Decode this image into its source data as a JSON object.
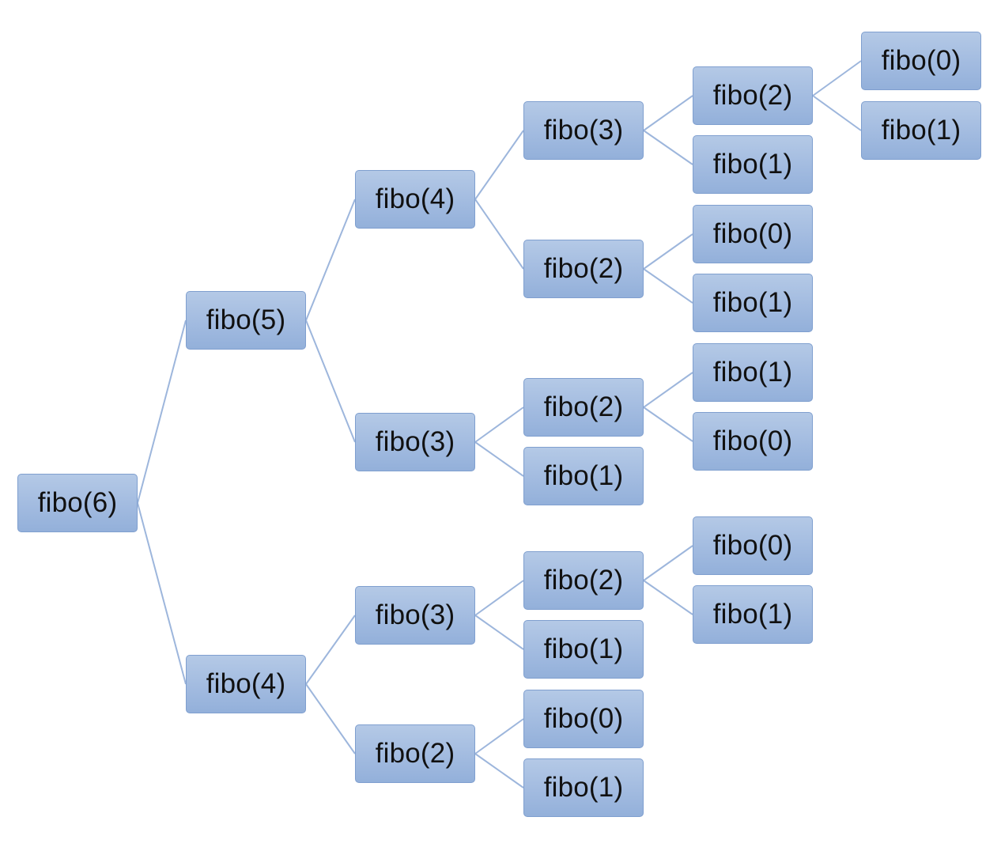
{
  "diagram": {
    "style": {
      "node_fill": "#a6bfe2",
      "node_border": "#7f9fcf",
      "edge_color": "#9db6dc",
      "text_color": "#111111",
      "background": "#ffffff"
    },
    "nodes": [
      {
        "id": "n0",
        "label": "fibo(6)",
        "parent": null
      },
      {
        "id": "n1",
        "label": "fibo(5)",
        "parent": "n0"
      },
      {
        "id": "n2",
        "label": "fibo(4)",
        "parent": "n0"
      },
      {
        "id": "n3",
        "label": "fibo(4)",
        "parent": "n1"
      },
      {
        "id": "n4",
        "label": "fibo(3)",
        "parent": "n1"
      },
      {
        "id": "n5",
        "label": "fibo(3)",
        "parent": "n2"
      },
      {
        "id": "n6",
        "label": "fibo(2)",
        "parent": "n2"
      },
      {
        "id": "n7",
        "label": "fibo(3)",
        "parent": "n3"
      },
      {
        "id": "n8",
        "label": "fibo(2)",
        "parent": "n3"
      },
      {
        "id": "n9",
        "label": "fibo(2)",
        "parent": "n4"
      },
      {
        "id": "n10",
        "label": "fibo(1)",
        "parent": "n4"
      },
      {
        "id": "n11",
        "label": "fibo(2)",
        "parent": "n5"
      },
      {
        "id": "n12",
        "label": "fibo(1)",
        "parent": "n5"
      },
      {
        "id": "n13",
        "label": "fibo(0)",
        "parent": "n6"
      },
      {
        "id": "n14",
        "label": "fibo(1)",
        "parent": "n6"
      },
      {
        "id": "n15",
        "label": "fibo(2)",
        "parent": "n7"
      },
      {
        "id": "n16",
        "label": "fibo(1)",
        "parent": "n7"
      },
      {
        "id": "n17",
        "label": "fibo(0)",
        "parent": "n8"
      },
      {
        "id": "n18",
        "label": "fibo(1)",
        "parent": "n8"
      },
      {
        "id": "n19",
        "label": "fibo(1)",
        "parent": "n9"
      },
      {
        "id": "n20",
        "label": "fibo(0)",
        "parent": "n9"
      },
      {
        "id": "n21",
        "label": "fibo(0)",
        "parent": "n11"
      },
      {
        "id": "n22",
        "label": "fibo(1)",
        "parent": "n11"
      },
      {
        "id": "n23",
        "label": "fibo(0)",
        "parent": "n15"
      },
      {
        "id": "n24",
        "label": "fibo(1)",
        "parent": "n15"
      }
    ]
  }
}
